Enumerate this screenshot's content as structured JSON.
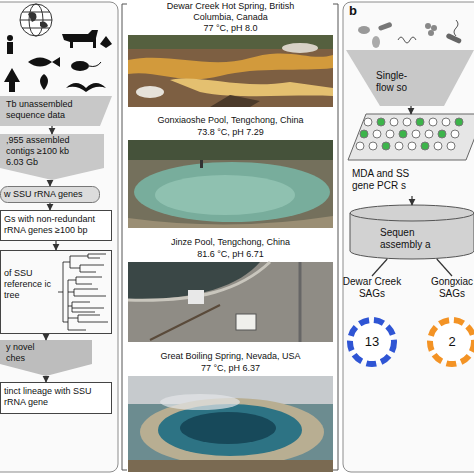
{
  "diagram": {
    "nodes": [
      {
        "text": [
          "Tb unassembled sequence data"
        ]
      },
      {
        "text": [
          ",955 assembled contigs ≥100 kb 6.03 Gb"
        ]
      },
      {
        "text": [
          "w SSU rRNA genes"
        ]
      },
      {
        "text": [
          "Gs with non-redundant rRNA genes ≥100 bp"
        ]
      },
      {
        "text": [
          "of SSU reference ic tree"
        ]
      },
      {
        "text": [
          "y novel ches"
        ]
      },
      {
        "text": [
          "tinct lineage with SSU rRNA gene"
        ]
      },
      {
        "text": [
          "Dewar Creek Hot Spring, British Columbia, Canada",
          "77 °C, pH 8.0"
        ]
      },
      {
        "text": [
          "Gonxiaoshe Pool, Tengchong, China",
          "73.8 °C, pH 7.29"
        ]
      },
      {
        "text": [
          "Jinze Pool, Tengchong, China",
          "81.6 °C, pH 6.71"
        ]
      },
      {
        "text": [
          "Great Boiling Spring, Nevada, USA",
          "77 °C, pH 6.37"
        ]
      },
      {
        "text": [
          "Single- flow so"
        ]
      },
      {
        "text": [
          "MDA and SS gene PCR s"
        ]
      },
      {
        "text": [
          "Sequen assembly a"
        ]
      },
      {
        "text": [
          "Dewar Creek SAGs",
          "13"
        ]
      },
      {
        "text": [
          "Gongxiac SAGs",
          "2"
        ]
      }
    ],
    "edges": [
      {
        "from": 0,
        "to": 1,
        "arrow": "to"
      },
      {
        "from": 1,
        "to": 2,
        "arrow": "to"
      },
      {
        "from": 2,
        "to": 3,
        "arrow": "to"
      },
      {
        "from": 3,
        "to": 4,
        "arrow": "to"
      },
      {
        "from": 4,
        "to": 5,
        "arrow": "to"
      },
      {
        "from": 5,
        "to": 6,
        "arrow": "to"
      },
      {
        "from": 11,
        "to": 12,
        "arrow": "to"
      },
      {
        "from": 12,
        "to": 13,
        "arrow": "to"
      },
      {
        "from": 13,
        "to": 14,
        "arrow": "none"
      },
      {
        "from": 13,
        "to": 15,
        "arrow": "none"
      }
    ],
    "labels": [
      "b"
    ]
  }
}
